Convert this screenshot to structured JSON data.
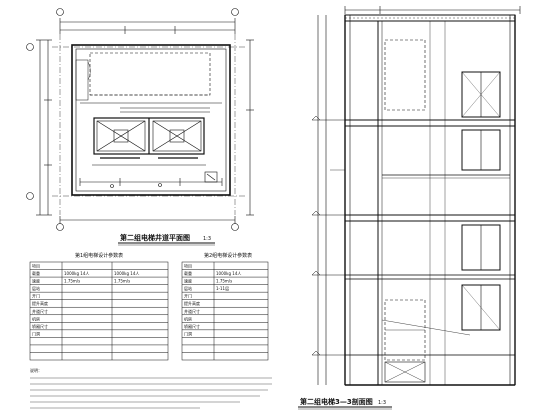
{
  "drawing": {
    "plan_title": "第二组电梯井道平面图",
    "plan_scale": "1:3",
    "section_title": "第二组电梯3—3剖面图",
    "section_scale": "1:3"
  },
  "tables": [
    {
      "title": "第1组电梯设计参数表",
      "rows": [
        [
          "项目",
          "",
          ""
        ],
        [
          "载重",
          "1000kg 14人",
          "1000kg 14人"
        ],
        [
          "速度",
          "1.75m/s",
          "1.75m/s"
        ],
        [
          "层站",
          "",
          ""
        ],
        [
          "开门",
          "",
          ""
        ],
        [
          "提升高度",
          "",
          ""
        ],
        [
          "井道尺寸",
          "",
          ""
        ],
        [
          "机房",
          "",
          ""
        ],
        [
          "轿厢尺寸",
          "",
          ""
        ],
        [
          "门洞",
          "",
          ""
        ],
        [
          "",
          "",
          ""
        ],
        [
          "",
          "",
          ""
        ],
        [
          "",
          "",
          ""
        ]
      ]
    },
    {
      "title": "第2组电梯设计参数表",
      "rows": [
        [
          "项目",
          ""
        ],
        [
          "载重",
          "1000kg 14人"
        ],
        [
          "速度",
          "1.75m/s"
        ],
        [
          "层站",
          "1-11层"
        ],
        [
          "开门",
          ""
        ],
        [
          "提升高度",
          ""
        ],
        [
          "井道尺寸",
          ""
        ],
        [
          "机房",
          ""
        ],
        [
          "轿厢尺寸",
          ""
        ],
        [
          "门洞",
          ""
        ],
        [
          "",
          ""
        ],
        [
          "",
          ""
        ],
        [
          "",
          ""
        ]
      ]
    }
  ],
  "notes_heading": "说明：",
  "section_levels": [
    "",
    "",
    "",
    ""
  ]
}
